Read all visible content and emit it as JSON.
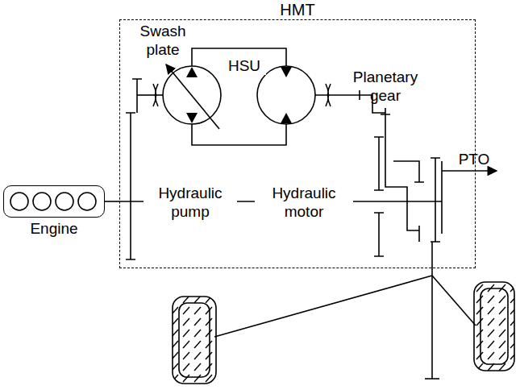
{
  "diagram": {
    "nodes": [
      {
        "text": [
          "HMT"
        ]
      },
      {
        "text": [
          "Engine"
        ]
      }
    ],
    "edges": [
      {
        "from": 1,
        "to": 0,
        "arrow": "none"
      }
    ],
    "labels": [
      "Swash plate",
      "HSU",
      "Hydraulic pump",
      "Hydraulic motor",
      "Planetary gear",
      "PTO"
    ]
  }
}
